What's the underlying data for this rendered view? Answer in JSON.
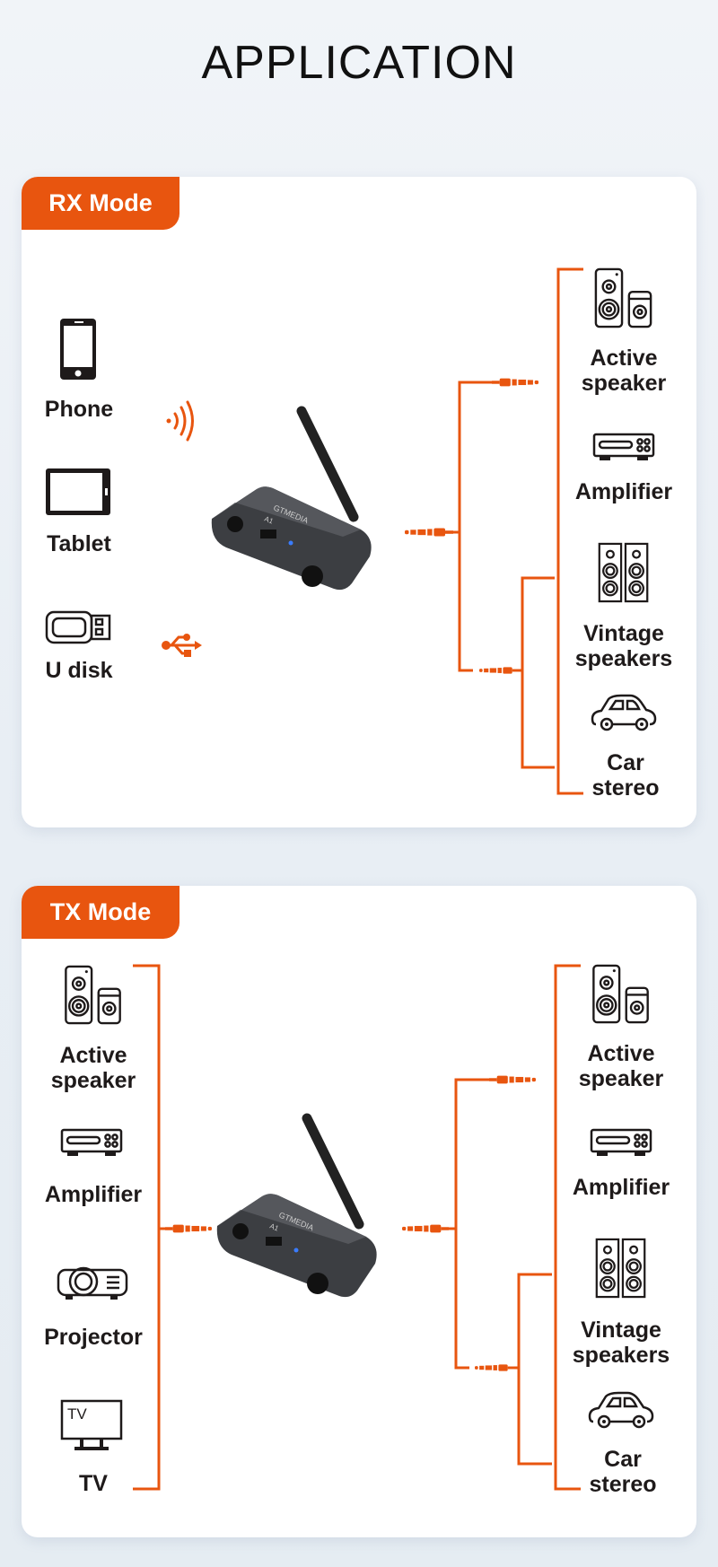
{
  "title": "APPLICATION",
  "colors": {
    "accent": "#e8550f",
    "text": "#1e1a1a"
  },
  "rx": {
    "tab": "RX Mode",
    "sources": [
      {
        "label": "Phone",
        "icon": "phone-icon"
      },
      {
        "label": "Tablet",
        "icon": "tablet-icon"
      },
      {
        "label": "U disk",
        "icon": "usb-drive-icon"
      }
    ],
    "outputs": [
      {
        "label": "Active speaker",
        "icon": "active-speaker-icon"
      },
      {
        "label": "Amplifier",
        "icon": "amplifier-icon"
      },
      {
        "label": "Vintage speakers",
        "icon": "vintage-speakers-icon"
      },
      {
        "label": "Car stereo",
        "icon": "car-icon"
      }
    ]
  },
  "tx": {
    "tab": "TX Mode",
    "sources": [
      {
        "label": "Active speaker",
        "icon": "active-speaker-icon"
      },
      {
        "label": "Amplifier",
        "icon": "amplifier-icon"
      },
      {
        "label": "Projector",
        "icon": "projector-icon"
      },
      {
        "label": "TV",
        "icon": "tv-icon",
        "screen_text": "TV"
      }
    ],
    "outputs": [
      {
        "label": "Active speaker",
        "icon": "active-speaker-icon"
      },
      {
        "label": "Amplifier",
        "icon": "amplifier-icon"
      },
      {
        "label": "Vintage speakers",
        "icon": "vintage-speakers-icon"
      },
      {
        "label": "Car stereo",
        "icon": "car-icon"
      }
    ]
  },
  "device": {
    "brand": "GTMEDIA",
    "model": "A1"
  }
}
